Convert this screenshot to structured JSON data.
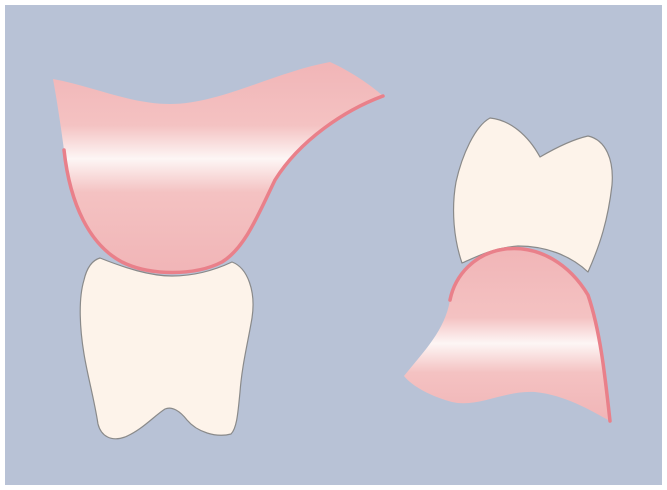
{
  "colors": {
    "frame_border": "#ffffff",
    "background": "#b8c2d6",
    "tooth_fill": "#fdf3ea",
    "tooth_outline": "#8a8a8a",
    "gum_light": "#fdf6f5",
    "gum_mid": "#f4c2c2",
    "gum_dark": "#f1b5b7",
    "gum_edge": "#e9808a"
  },
  "panels": [
    {
      "id": "left-pair",
      "upper_part": "gum-overlay",
      "lower_part": "molar-tooth"
    },
    {
      "id": "right-pair",
      "upper_part": "molar-tooth",
      "lower_part": "gum-overlay"
    }
  ]
}
